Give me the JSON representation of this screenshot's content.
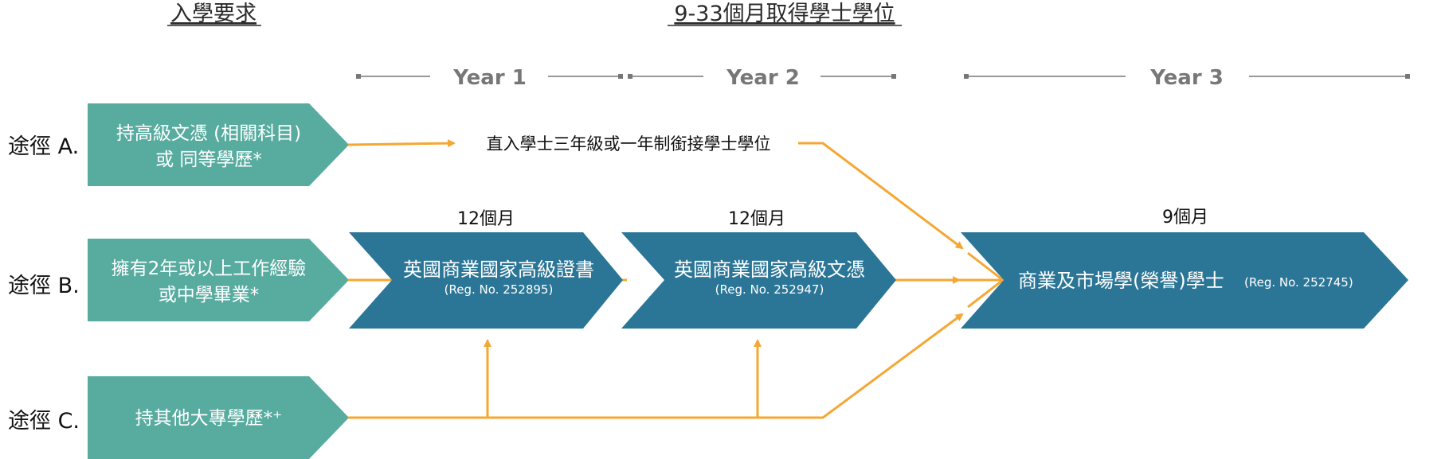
{
  "headers": {
    "entry": "入學要求",
    "duration": "9-33個月取得學士學位"
  },
  "years": [
    "Year 1",
    "Year 2",
    "Year 3"
  ],
  "routes": {
    "a": "途徑 A.",
    "b": "途徑 B.",
    "c": "途徑 C."
  },
  "entry_boxes": {
    "a_line1": "持高級文憑 (相關科目)",
    "a_line2": "或 同等學歷*",
    "b_line1": "擁有2年或以上工作經驗",
    "b_line2": "或中學畢業*",
    "c_line1": "持其他大專學歷*⁺"
  },
  "direct_entry": "直入學士三年級或一年制銜接學士學位",
  "durations": [
    "12個月",
    "12個月",
    "9個月"
  ],
  "programmes": {
    "p1_title": "英國商業國家高級證書",
    "p1_reg": "(Reg. No. 252895)",
    "p2_title": "英國商業國家高級文憑",
    "p2_reg": "(Reg. No. 252947)",
    "p3_title": "商業及市場學(榮譽)學士",
    "p3_reg": "(Reg. No. 252745)"
  },
  "colors": {
    "entry_box": "#57ab9f",
    "programme_box": "#2b7697",
    "arrow": "#f5a733",
    "timeline": "#777777"
  }
}
